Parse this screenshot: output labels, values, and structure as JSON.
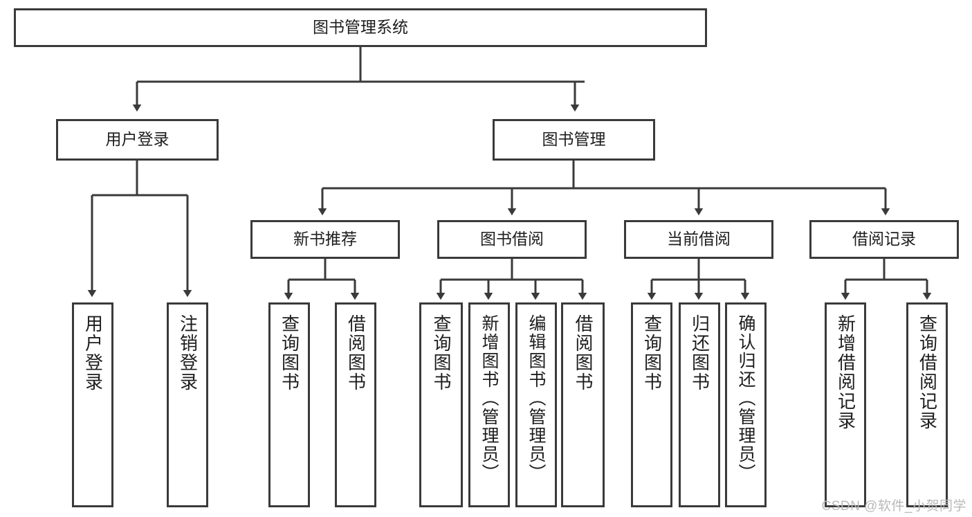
{
  "diagram": {
    "title": "图书管理系统",
    "watermark": "CSDN @软件_小贺同学",
    "line_color": "#3a3a3a",
    "text_color": "#1d1d1d",
    "background": "#ffffff",
    "nodes": {
      "root": "图书管理系统",
      "l2": [
        "用户登录",
        "图书管理"
      ],
      "l3": [
        "新书推荐",
        "图书借阅",
        "当前借阅",
        "借阅记录"
      ],
      "leaves_user_login": [
        "用户登录",
        "注销登录"
      ],
      "leaves_new_books": [
        "查询图书",
        "借阅图书"
      ],
      "leaves_borrow": [
        "查询图书",
        "新增图书（管理员）",
        "编辑图书（管理员）",
        "借阅图书"
      ],
      "leaves_current": [
        "查询图书",
        "归还图书",
        "确认归还（管理员）"
      ],
      "leaves_records": [
        "新增借阅记录",
        "查询借阅记录"
      ]
    }
  }
}
